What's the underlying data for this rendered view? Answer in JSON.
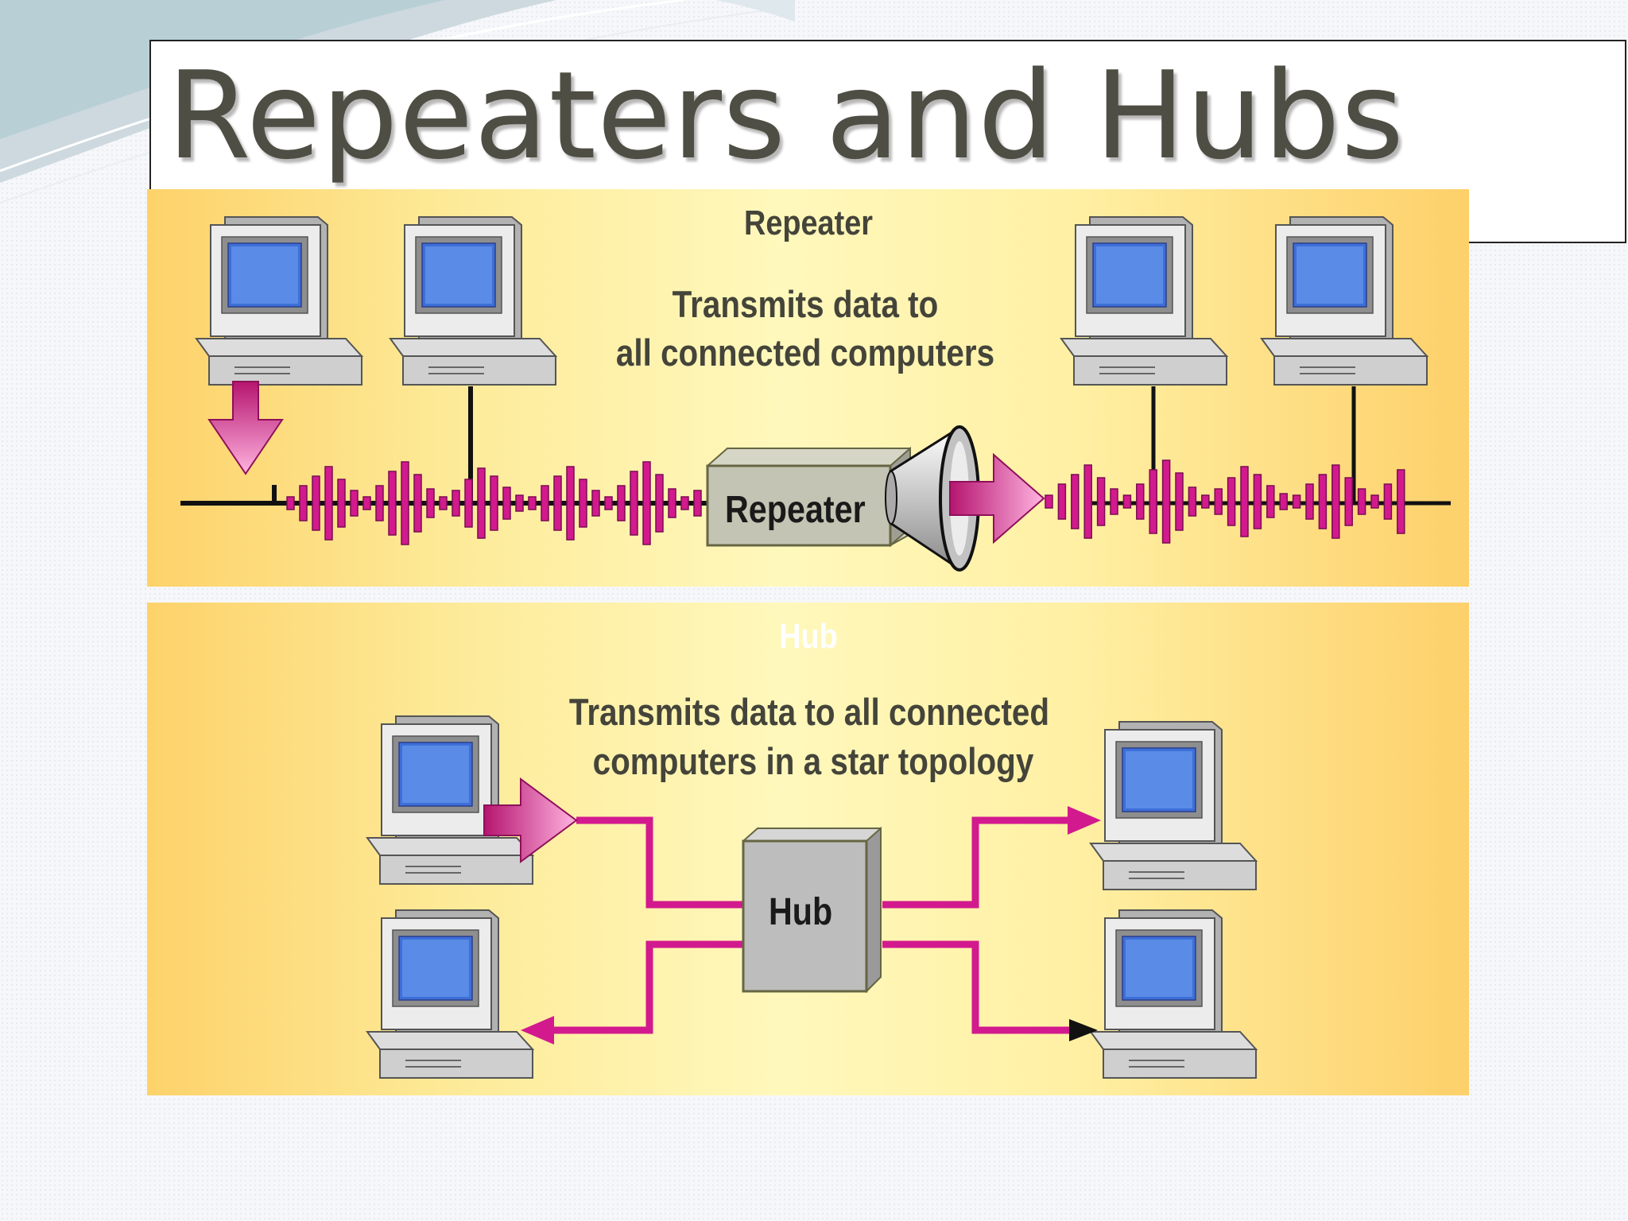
{
  "slide": {
    "title": "Repeaters and Hubs"
  },
  "repeater_panel": {
    "heading": "Repeater",
    "description_line1": "Transmits data to",
    "description_line2": "all connected computers",
    "device_label": "Repeater"
  },
  "hub_panel": {
    "heading": "Hub",
    "description_line1": "Transmits data to all connected",
    "description_line2": "computers in a star topology",
    "device_label": "Hub"
  },
  "colors": {
    "signal": "#d21a8e",
    "wire": "#111111",
    "screen": "#3d6fd8",
    "device_face": "#bdbdbd"
  },
  "icons": [
    "computer-icon",
    "down-arrow-icon",
    "right-arrow-icon",
    "amplifier-icon",
    "signal-wave-icon"
  ]
}
